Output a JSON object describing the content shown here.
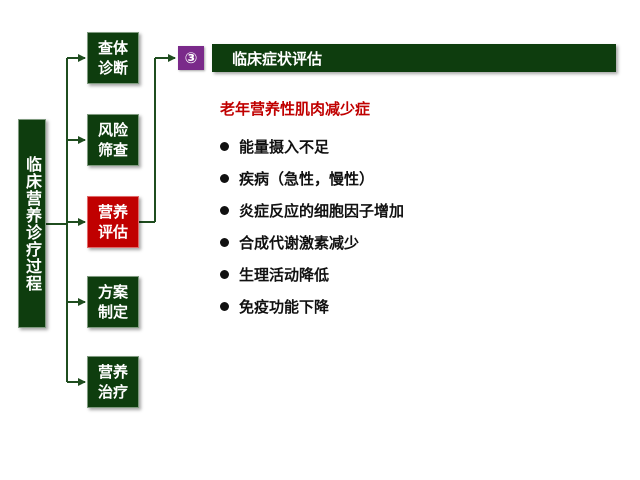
{
  "root_label": "临床营养诊疗过程",
  "steps": [
    {
      "label": "查体诊断"
    },
    {
      "label": "风险筛查"
    },
    {
      "label": "营养评估"
    },
    {
      "label": "方案制定"
    },
    {
      "label": "营养治疗"
    }
  ],
  "section": {
    "number": "③",
    "title": "临床症状评估",
    "subheading": "老年营养性肌肉减少症",
    "bullets": [
      "能量摄入不足",
      "疾病（急性，慢性）",
      "炎症反应的细胞因子增加",
      "合成代谢激素减少",
      "生理活动降低",
      "免疫功能下降"
    ]
  },
  "colors": {
    "dark_green": "#0e3d0e",
    "active_red": "#c00000",
    "number_purple": "#7a2a8a",
    "connector": "#1f4d1f"
  }
}
